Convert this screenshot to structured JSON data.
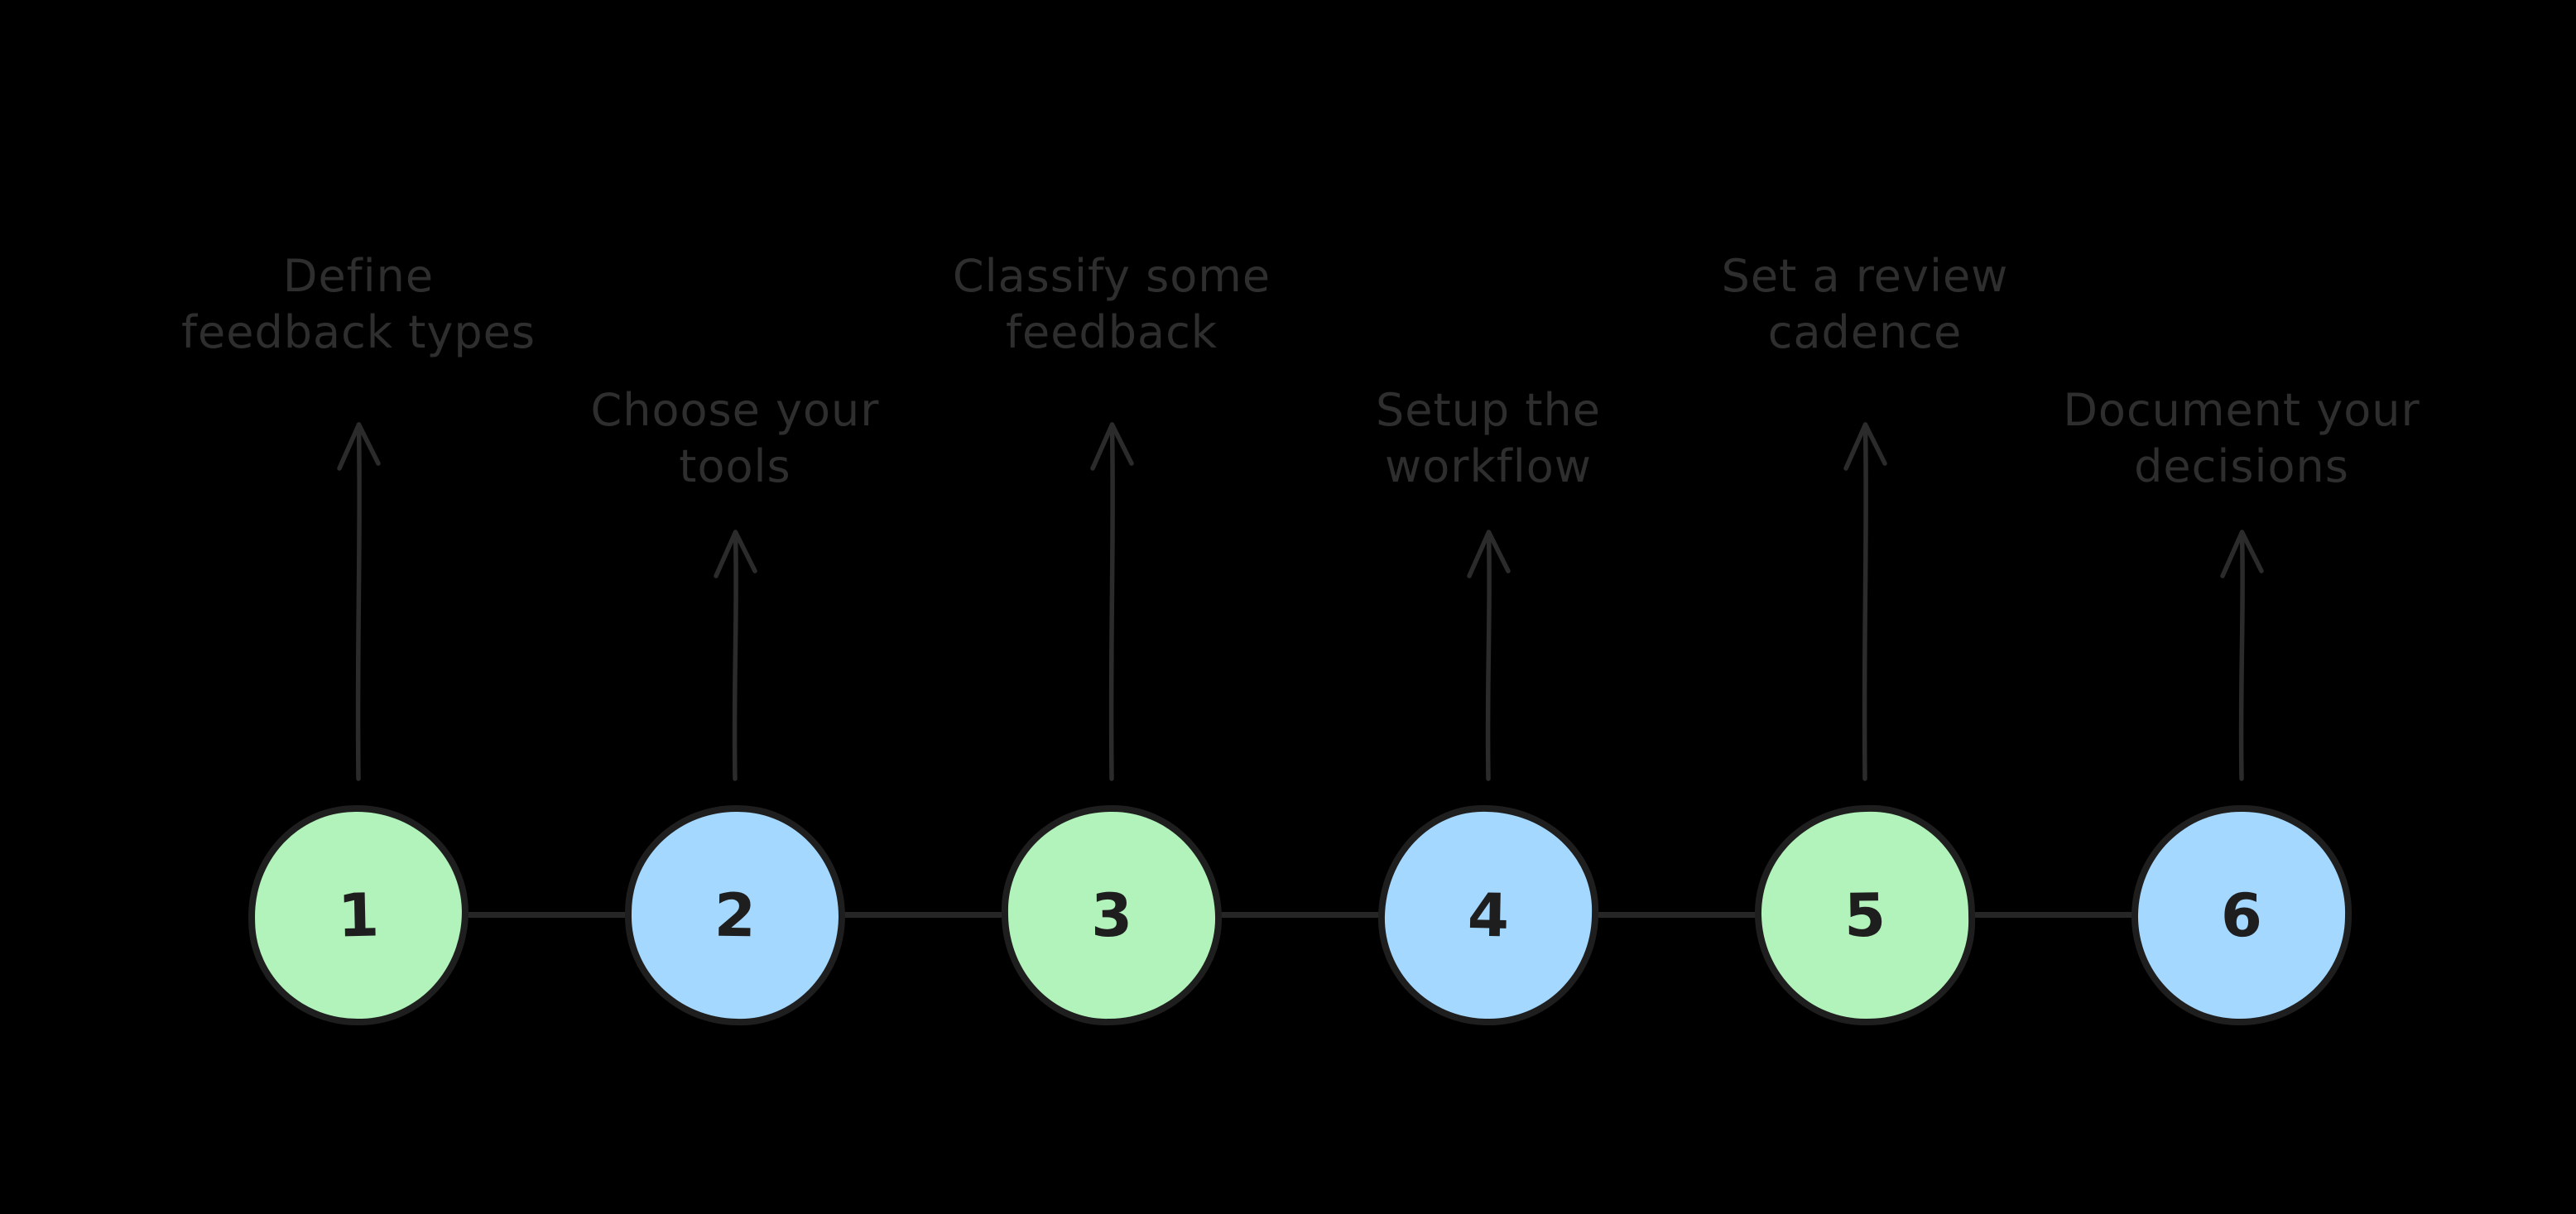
{
  "diagram": {
    "type": "process-timeline",
    "background_color": "#000000",
    "outline_color": "#1e1e1e",
    "connector_color": "#262626",
    "arrow_color": "#2b2b2b",
    "label_color": "#2e2e2e",
    "number_color": "#1e1e1e",
    "step_fill_green": "#b2f2bb",
    "step_fill_blue": "#a5d8ff",
    "steps": [
      {
        "number": "1",
        "fill": "#b2f2bb",
        "label": "Define feedback types",
        "label_lines": [
          "Define",
          "feedback types"
        ],
        "label_position": "high"
      },
      {
        "number": "2",
        "fill": "#a5d8ff",
        "label": "Choose your tools",
        "label_lines": [
          "Choose your",
          "tools"
        ],
        "label_position": "low"
      },
      {
        "number": "3",
        "fill": "#b2f2bb",
        "label": "Classify some feedback",
        "label_lines": [
          "Classify some",
          "feedback"
        ],
        "label_position": "high"
      },
      {
        "number": "4",
        "fill": "#a5d8ff",
        "label": "Setup the workflow",
        "label_lines": [
          "Setup the",
          "workflow"
        ],
        "label_position": "low"
      },
      {
        "number": "5",
        "fill": "#b2f2bb",
        "label": "Set a review cadence",
        "label_lines": [
          "Set a review",
          "cadence"
        ],
        "label_position": "high"
      },
      {
        "number": "6",
        "fill": "#a5d8ff",
        "label": "Document your decisions",
        "label_lines": [
          "Document your",
          "decisions"
        ],
        "label_position": "low"
      }
    ]
  }
}
